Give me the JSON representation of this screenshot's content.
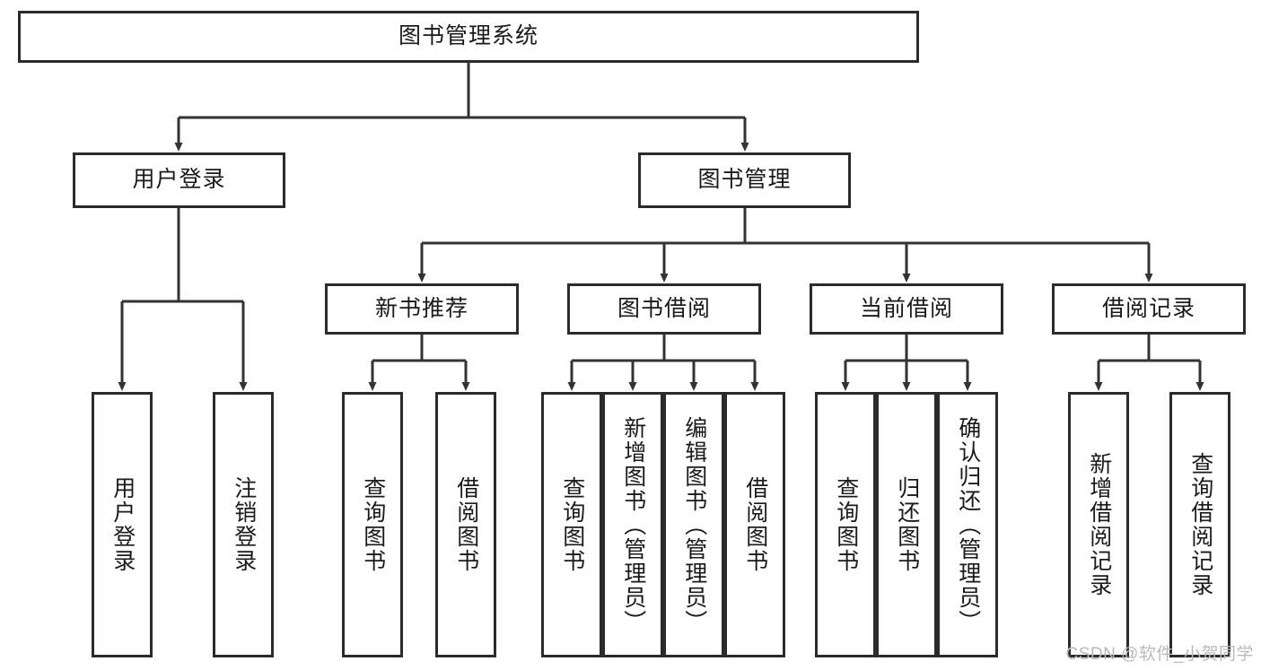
{
  "diagram": {
    "title": "图书管理系统",
    "type": "tree-hierarchy-chart",
    "watermark": "CSDN @软件_小贺同学",
    "colors": {
      "box_border": "#2b2b2b",
      "box_fill": "#ffffff",
      "connector": "#333333",
      "text": "#1a1a1a",
      "watermark": "#b9b9b9",
      "background": "#ffffff"
    },
    "root": {
      "label": "图书管理系统"
    },
    "level2": [
      {
        "label": "用户登录"
      },
      {
        "label": "图书管理"
      }
    ],
    "level3": [
      {
        "label": "新书推荐"
      },
      {
        "label": "图书借阅"
      },
      {
        "label": "当前借阅"
      },
      {
        "label": "借阅记录"
      }
    ],
    "leaves": {
      "user_login": [
        {
          "label": "用户登录"
        },
        {
          "label": "注销登录"
        }
      ],
      "new_book_recommend": [
        {
          "label": "查询图书"
        },
        {
          "label": "借阅图书"
        }
      ],
      "book_borrow": [
        {
          "label": "查询图书"
        },
        {
          "label": "新增图书（管理员）"
        },
        {
          "label": "编辑图书（管理员）"
        },
        {
          "label": "借阅图书"
        }
      ],
      "current_borrow": [
        {
          "label": "查询图书"
        },
        {
          "label": "归还图书"
        },
        {
          "label": "确认归还（管理员）"
        }
      ],
      "borrow_record": [
        {
          "label": "新增借阅记录"
        },
        {
          "label": "查询借阅记录"
        }
      ]
    }
  }
}
